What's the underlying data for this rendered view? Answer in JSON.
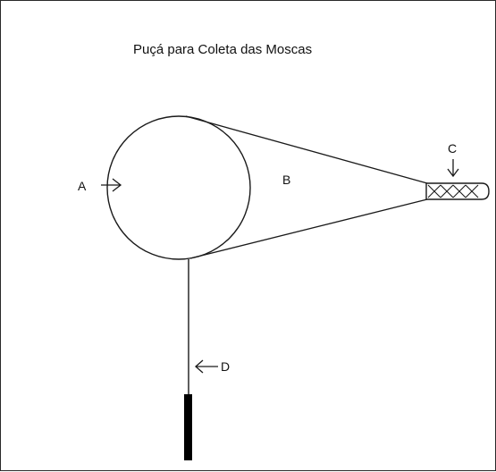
{
  "diagram": {
    "title": "Puçá para Coleta das Moscas",
    "labels": {
      "a": "A",
      "b": "B",
      "c": "C",
      "d": "D"
    },
    "colors": {
      "stroke": "#1a1a1a",
      "handle_grip": "#000000",
      "background": "#ffffff"
    }
  }
}
